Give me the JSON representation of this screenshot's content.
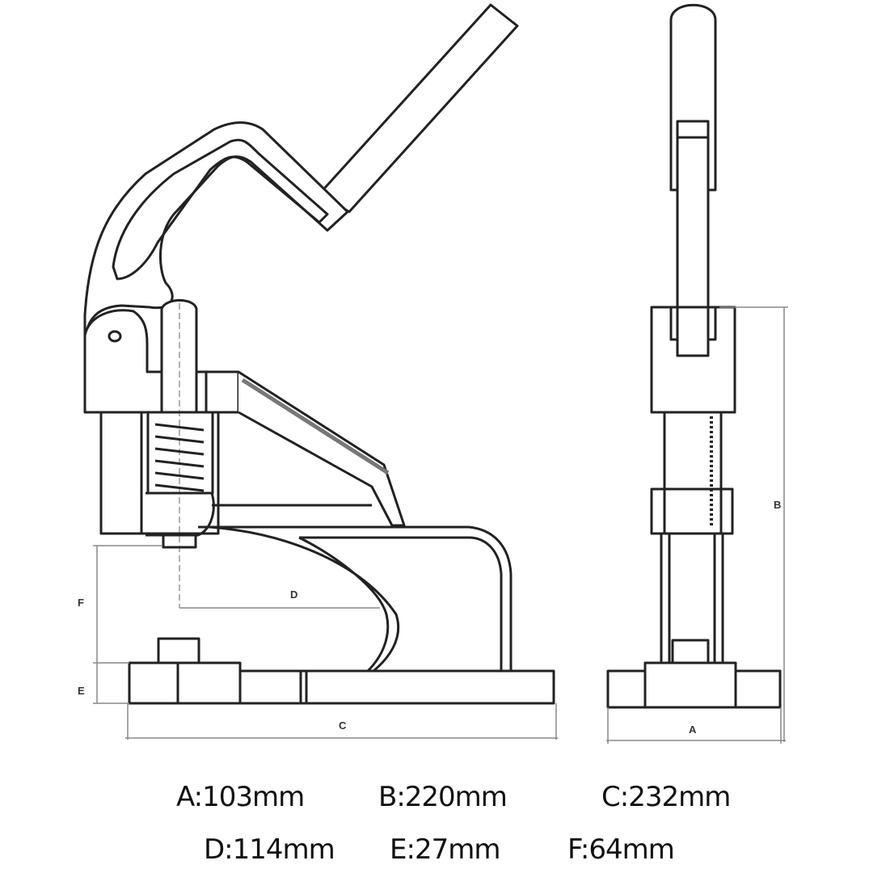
{
  "diagram": {
    "labels": {
      "A": "A",
      "B": "B",
      "C": "C",
      "D": "D",
      "E": "E",
      "F": "F"
    },
    "dimensions": [
      {
        "text": "A:103mm"
      },
      {
        "text": "B:220mm"
      },
      {
        "text": "C:232mm"
      },
      {
        "text": "D:114mm"
      },
      {
        "text": "E:27mm"
      },
      {
        "text": "F:64mm"
      }
    ],
    "colors": {
      "line": "#222222",
      "dim": "#888888"
    }
  }
}
